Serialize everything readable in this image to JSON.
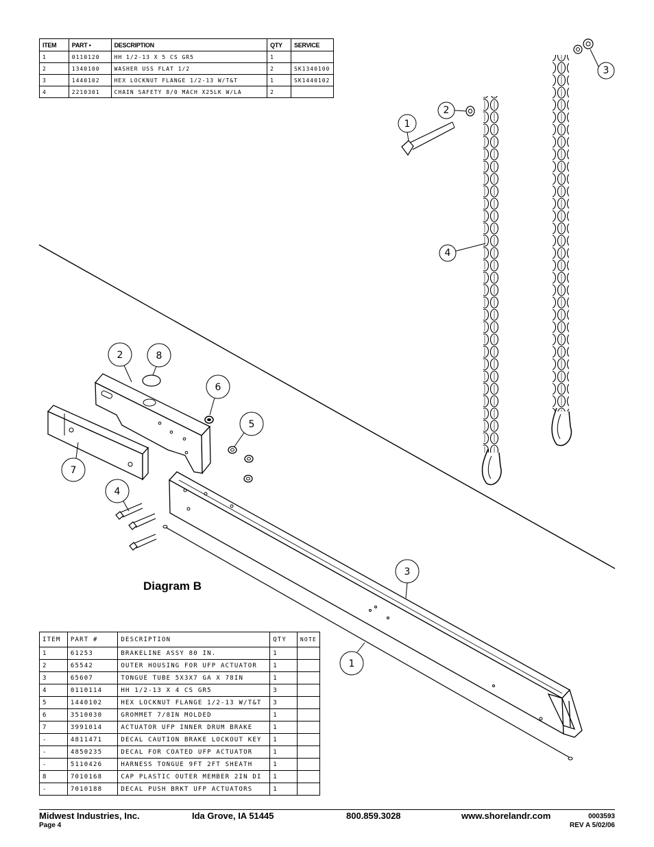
{
  "top_table": {
    "headers": [
      "ITEM",
      "PART •",
      "DESCRIPTION",
      "QTY",
      "SERVICE"
    ],
    "rows": [
      [
        "1",
        "0110120",
        "HH 1/2-13 X 5 CS GR5",
        "1",
        ""
      ],
      [
        "2",
        "1340100",
        "WASHER USS FLAT 1/2",
        "2",
        "SK1340100"
      ],
      [
        "3",
        "1440102",
        "HEX LOCKNUT FLANGE 1/2-13 W/T&T",
        "1",
        "SK1440102"
      ],
      [
        "4",
        "2210301",
        "CHAIN SAFETY 8/0 MACH X25LK W/LA",
        "2",
        ""
      ]
    ]
  },
  "bottom_table": {
    "headers": [
      "ITEM",
      "PART #",
      "DESCRIPTION",
      "QTY",
      "NOTE"
    ],
    "rows": [
      [
        "1",
        "61253",
        "BRAKELINE ASSY 80 IN.",
        "1",
        ""
      ],
      [
        "2",
        "65542",
        "OUTER HOUSING FOR UFP ACTUATOR",
        "1",
        ""
      ],
      [
        "3",
        "65607",
        "TONGUE TUBE 5X3X7 GA X 78IN",
        "1",
        ""
      ],
      [
        "4",
        "0110114",
        "HH 1/2-13 X 4 CS GR5",
        "3",
        ""
      ],
      [
        "5",
        "1440102",
        "HEX LOCKNUT FLANGE 1/2-13 W/T&T",
        "3",
        ""
      ],
      [
        "6",
        "3510030",
        "GROMMET  7/8IN MOLDED",
        "1",
        ""
      ],
      [
        "7",
        "3991014",
        "ACTUATOR UFP INNER  DRUM BRAKE",
        "1",
        ""
      ],
      [
        "-",
        "4811471",
        "DECAL CAUTION BRAKE LOCKOUT KEY",
        "1",
        ""
      ],
      [
        "-",
        "4850235",
        "DECAL FOR COATED UFP ACTUATOR",
        "1",
        ""
      ],
      [
        "-",
        "5110426",
        "HARNESS  TONGUE 9FT  2FT SHEATH",
        "1",
        ""
      ],
      [
        "8",
        "7010168",
        "CAP  PLASTIC OUTER MEMBER 2IN DI",
        "1",
        ""
      ],
      [
        "-",
        "7010188",
        "DECAL PUSH BRKT UFP ACTUATORS",
        "1",
        ""
      ]
    ]
  },
  "diagram_label": "Diagram B",
  "callouts": {
    "top": [
      "1",
      "2",
      "3",
      "4"
    ],
    "bottom": [
      "2",
      "8",
      "6",
      "5",
      "7",
      "4",
      "3",
      "1"
    ]
  },
  "footer": {
    "company": "Midwest Industries, Inc.",
    "city": "Ida Grove, IA  51445",
    "phone": "800.859.3028",
    "website": "www.shorelandr.com",
    "doc_number": "0003593",
    "page": "Page 4",
    "revision": "REV A  5/02/06"
  }
}
